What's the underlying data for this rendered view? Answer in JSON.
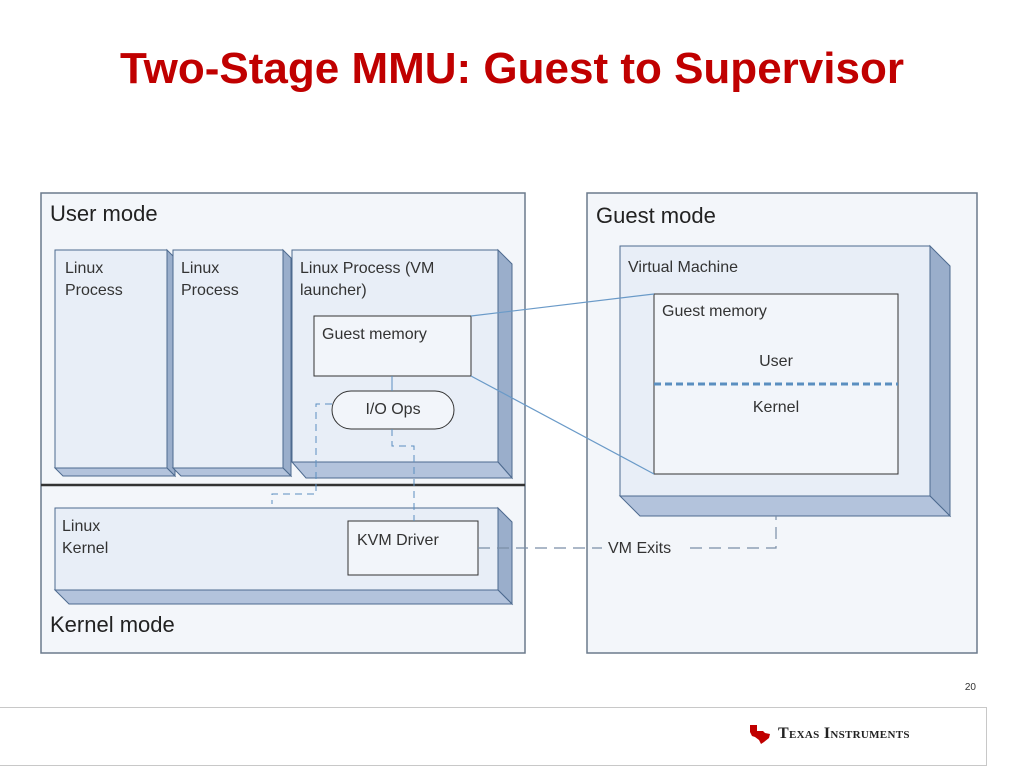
{
  "slide": {
    "title": "Two-Stage MMU: Guest to Supervisor",
    "page_number": "20"
  },
  "diagram": {
    "host": {
      "user_mode_label": "User mode",
      "kernel_mode_label": "Kernel mode",
      "process1": "Linux\nProcess",
      "process2": "Linux\nProcess",
      "vm_launcher": "Linux Process (VM\nlauncher)",
      "guest_memory": "Guest memory",
      "io_ops": "I/O Ops",
      "linux_kernel": "Linux\nKernel",
      "kvm_driver": "KVM Driver"
    },
    "guest": {
      "guest_mode_label": "Guest mode",
      "virtual_machine": "Virtual Machine",
      "guest_memory": "Guest memory",
      "user": "User",
      "kernel": "Kernel"
    },
    "vm_exits": "VM Exits"
  },
  "brand": {
    "name": "Texas Instruments",
    "accent_color": "#c00000"
  }
}
